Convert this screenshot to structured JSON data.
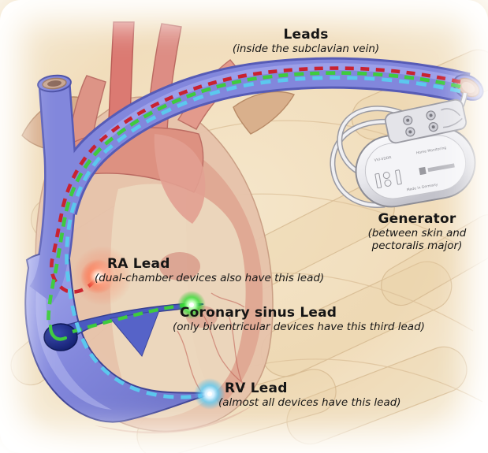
{
  "figure": {
    "name": "Implanted cardiac device: generator and transvenous leads diagram"
  },
  "labels": {
    "leads": {
      "title": "Leads",
      "subtitle": "(inside the subclavian vein)"
    },
    "generator": {
      "title": "Generator",
      "subtitle": "(between skin and pectoralis major)"
    },
    "ra_lead": {
      "title": "RA Lead",
      "subtitle": "(dual-chamber devices also have this lead)"
    },
    "cs_lead": {
      "title": "Coronary sinus Lead",
      "subtitle": "(only biventricular devices have this third lead)"
    },
    "rv_lead": {
      "title": "RV Lead",
      "subtitle": "(almost all devices have this lead)"
    }
  },
  "generator_device": {
    "markings": {
      "model": "VVI-VDDR",
      "feature": "Home Monitoring",
      "origin": "Made in Germany"
    }
  },
  "colors": {
    "ra_lead": "#c92230",
    "cs_lead": "#3ecb3e",
    "rv_lead": "#5bc8ee",
    "vein_fill": "#8287dc",
    "vein_outline": "#565bb6",
    "background": "#f3e2c2"
  }
}
